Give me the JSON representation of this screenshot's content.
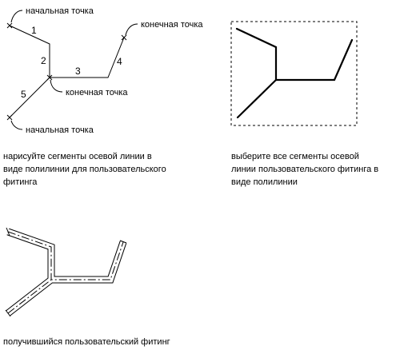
{
  "diagram1": {
    "labels": {
      "start_top": "начальная точка",
      "end_right": "конечная точка",
      "end_middle": "конечная точка",
      "start_bottom": "начальная точка"
    },
    "segments": [
      "1",
      "2",
      "3",
      "4",
      "5"
    ]
  },
  "captions": {
    "draw": "нарисуйте сегменты осевой линии в\nвиде полилинии для пользовательского\nфитинга",
    "select": "выберите все сегменты осевой\nлинии пользовательского фитинга в\nвиде полилинии",
    "result": "получившийся пользовательский фитинг"
  }
}
